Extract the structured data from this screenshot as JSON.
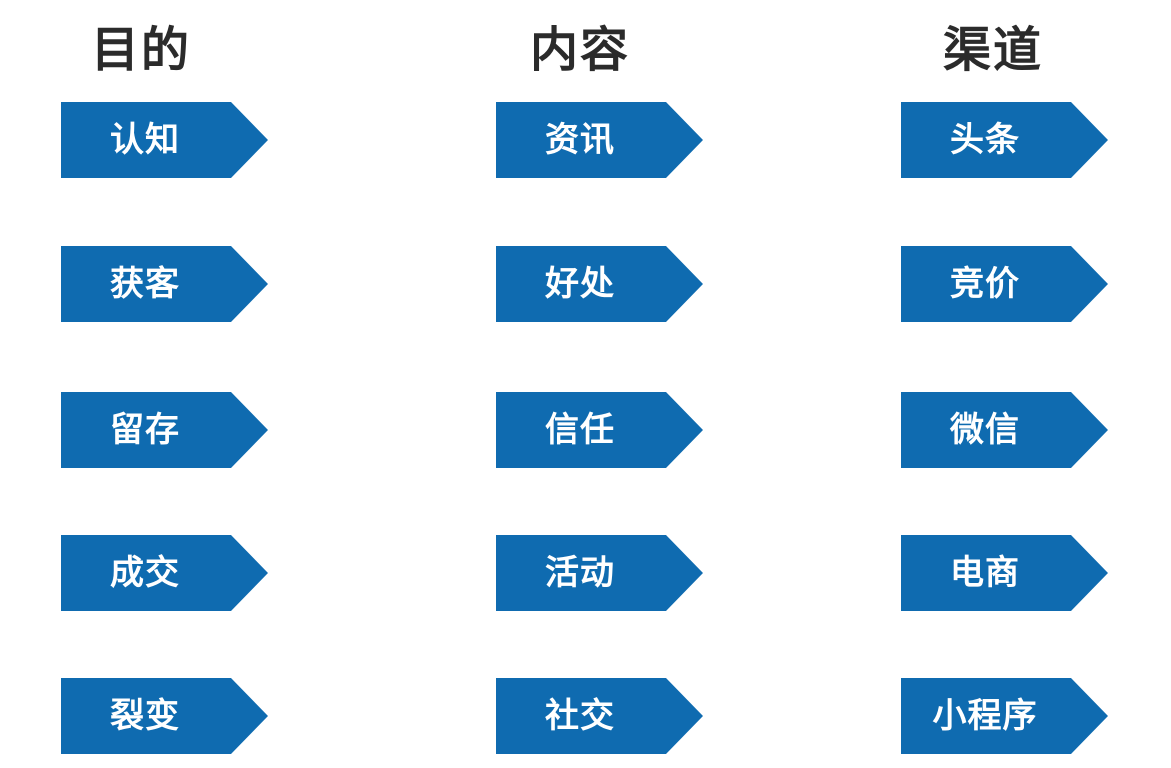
{
  "colors": {
    "arrow_fill": "#0f6bb0",
    "title_text": "#2b2b2b",
    "arrow_text": "#ffffff"
  },
  "columns": [
    {
      "title": "目的",
      "items": [
        "认知",
        "获客",
        "留存",
        "成交",
        "裂变"
      ]
    },
    {
      "title": "内容",
      "items": [
        "资讯",
        "好处",
        "信任",
        "活动",
        "社交"
      ]
    },
    {
      "title": "渠道",
      "items": [
        "头条",
        "竞价",
        "微信",
        "电商",
        "小程序"
      ]
    }
  ]
}
